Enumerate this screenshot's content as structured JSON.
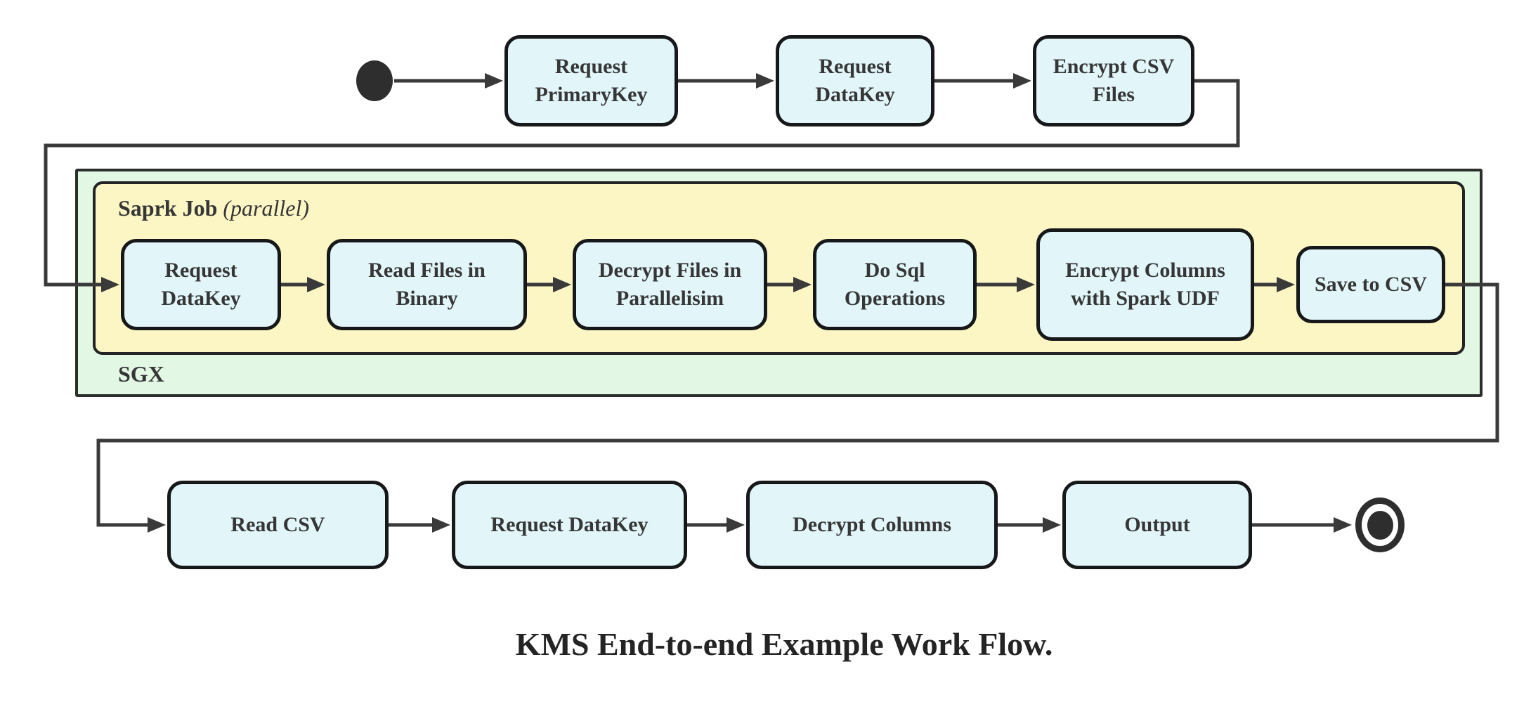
{
  "diagram": {
    "caption": "KMS End-to-end Example Work Flow.",
    "colors": {
      "node_fill": "#e2f6fa",
      "node_border": "#161819",
      "sgx_fill": "#e2f7e4",
      "spark_fill": "#fcf6c4",
      "edge": "#3a3a3a",
      "text": "#363636"
    },
    "top_row": [
      {
        "label": "Request PrimaryKey"
      },
      {
        "label": "Request DataKey"
      },
      {
        "label": "Encrypt CSV Files"
      }
    ],
    "sgx": {
      "label": "SGX",
      "spark": {
        "label_bold": "Saprk Job",
        "label_italic": "(parallel)",
        "nodes": [
          {
            "label": "Request DataKey"
          },
          {
            "label": "Read Files in Binary"
          },
          {
            "label": "Decrypt Files in Parallelisim"
          },
          {
            "label": "Do Sql Operations"
          },
          {
            "label": "Encrypt Columns with Spark UDF"
          },
          {
            "label": "Save to CSV"
          }
        ]
      }
    },
    "bottom_row": [
      {
        "label": "Read CSV"
      },
      {
        "label": "Request DataKey"
      },
      {
        "label": "Decrypt Columns"
      },
      {
        "label": "Output"
      }
    ]
  }
}
